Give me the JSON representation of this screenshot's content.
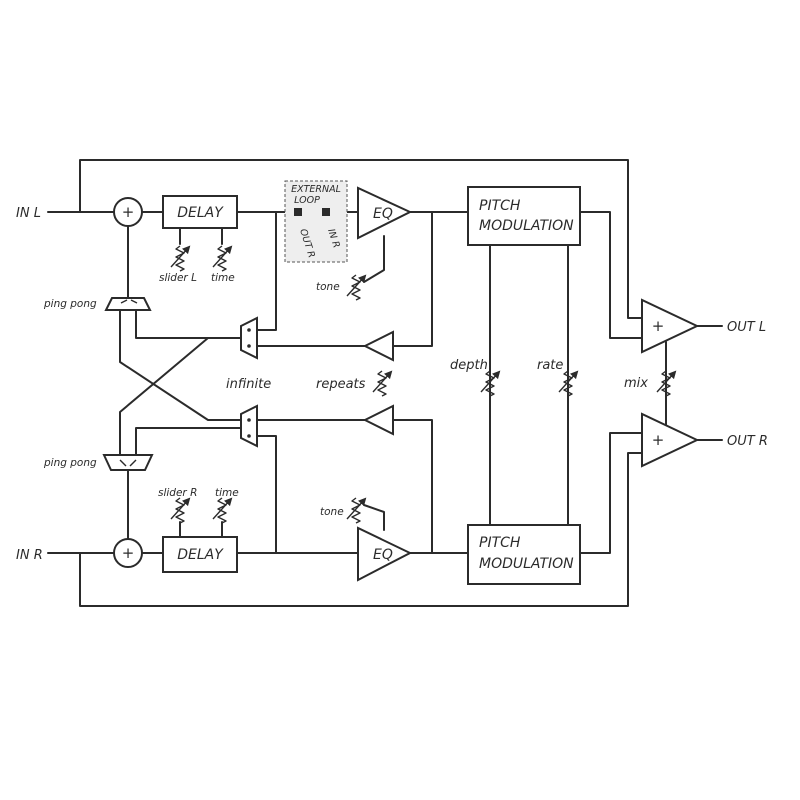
{
  "io": {
    "in_l": "IN L",
    "in_r": "IN R",
    "out_l": "OUT L",
    "out_r": "OUT R"
  },
  "blocks": {
    "delay_top": "DELAY",
    "delay_bottom": "DELAY",
    "eq_top": "EQ",
    "eq_bottom": "EQ",
    "pitch_top": [
      "PITCH",
      "MODULATION"
    ],
    "pitch_bottom": [
      "PITCH",
      "MODULATION"
    ],
    "external_loop": [
      "EXTERNAL",
      "LOOP"
    ],
    "loop_out": "OUT R",
    "loop_in": "IN R",
    "plus": "+"
  },
  "controls": {
    "slider_l": "slider L",
    "time_top": "time",
    "slider_r": "slider R",
    "time_bottom": "time",
    "tone_top": "tone",
    "tone_bottom": "tone",
    "ping_pong_top": "ping pong",
    "ping_pong_bottom": "ping pong",
    "infinite": "infinite",
    "repeats": "repeats",
    "depth": "depth",
    "rate": "rate",
    "mix": "mix"
  }
}
